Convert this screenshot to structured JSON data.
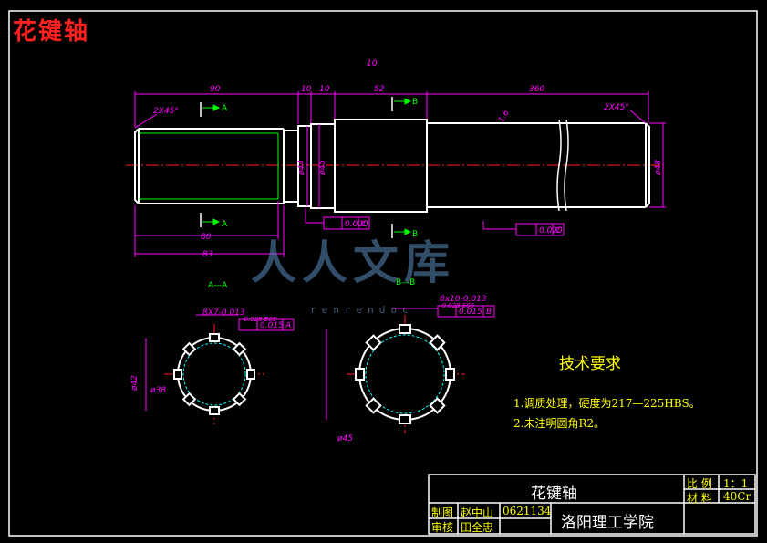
{
  "header": {
    "title": "花键轴"
  },
  "watermark": {
    "text": "人人文库",
    "sub": "renrendoc"
  },
  "dims": {
    "top_10": "10",
    "d90": "90",
    "d10a": "10",
    "d10b": "10",
    "d52": "52",
    "d360": "360",
    "chamfer_left": "2X45°",
    "chamfer_right": "2X45°",
    "d80": "80",
    "d83": "83",
    "dia44": "ø44",
    "dia45": "ø45",
    "dia48": "ø48",
    "rough": "1.6",
    "tol1": "0.020",
    "datum1": "C",
    "tol2": "0.020",
    "datum2": "C",
    "sec_a_mark": "A",
    "sec_b_mark": "B",
    "sec_aa": "A—A",
    "sec_bb": "B—B",
    "spline_a": "8X7-0.013",
    "spline_a_sub": "-0.028  E05",
    "spline_b": "8x10-0.013",
    "spline_b_sub": "-0.028  E05",
    "ftol_a": "0.015",
    "fdat_a": "A",
    "ftol_b": "0.015",
    "fdat_b": "B",
    "dia42": "ø42",
    "dia38": "ø38",
    "dia45b": "ø45"
  },
  "tech": {
    "title": "技术要求",
    "item1": "1.调质处理，硬度为217—225HBS。",
    "item2": "2.未注明圆角R2。"
  },
  "titleblock": {
    "part_name": "花键轴",
    "scale_label": "比 例",
    "scale_value": "1：1",
    "material_label": "材 料",
    "material_value": "40Cr",
    "drawn_label": "制图",
    "drawn_name": "赵中山",
    "drawn_id": "0621134",
    "check_label": "审核",
    "check_name": "田全忠",
    "school": "洛阳理工学院"
  },
  "colors": {
    "outline": "#ffffff",
    "dim": "#ff00ff",
    "center": "#ff2020",
    "accent_green": "#00ff00",
    "border": "#ffffff"
  }
}
